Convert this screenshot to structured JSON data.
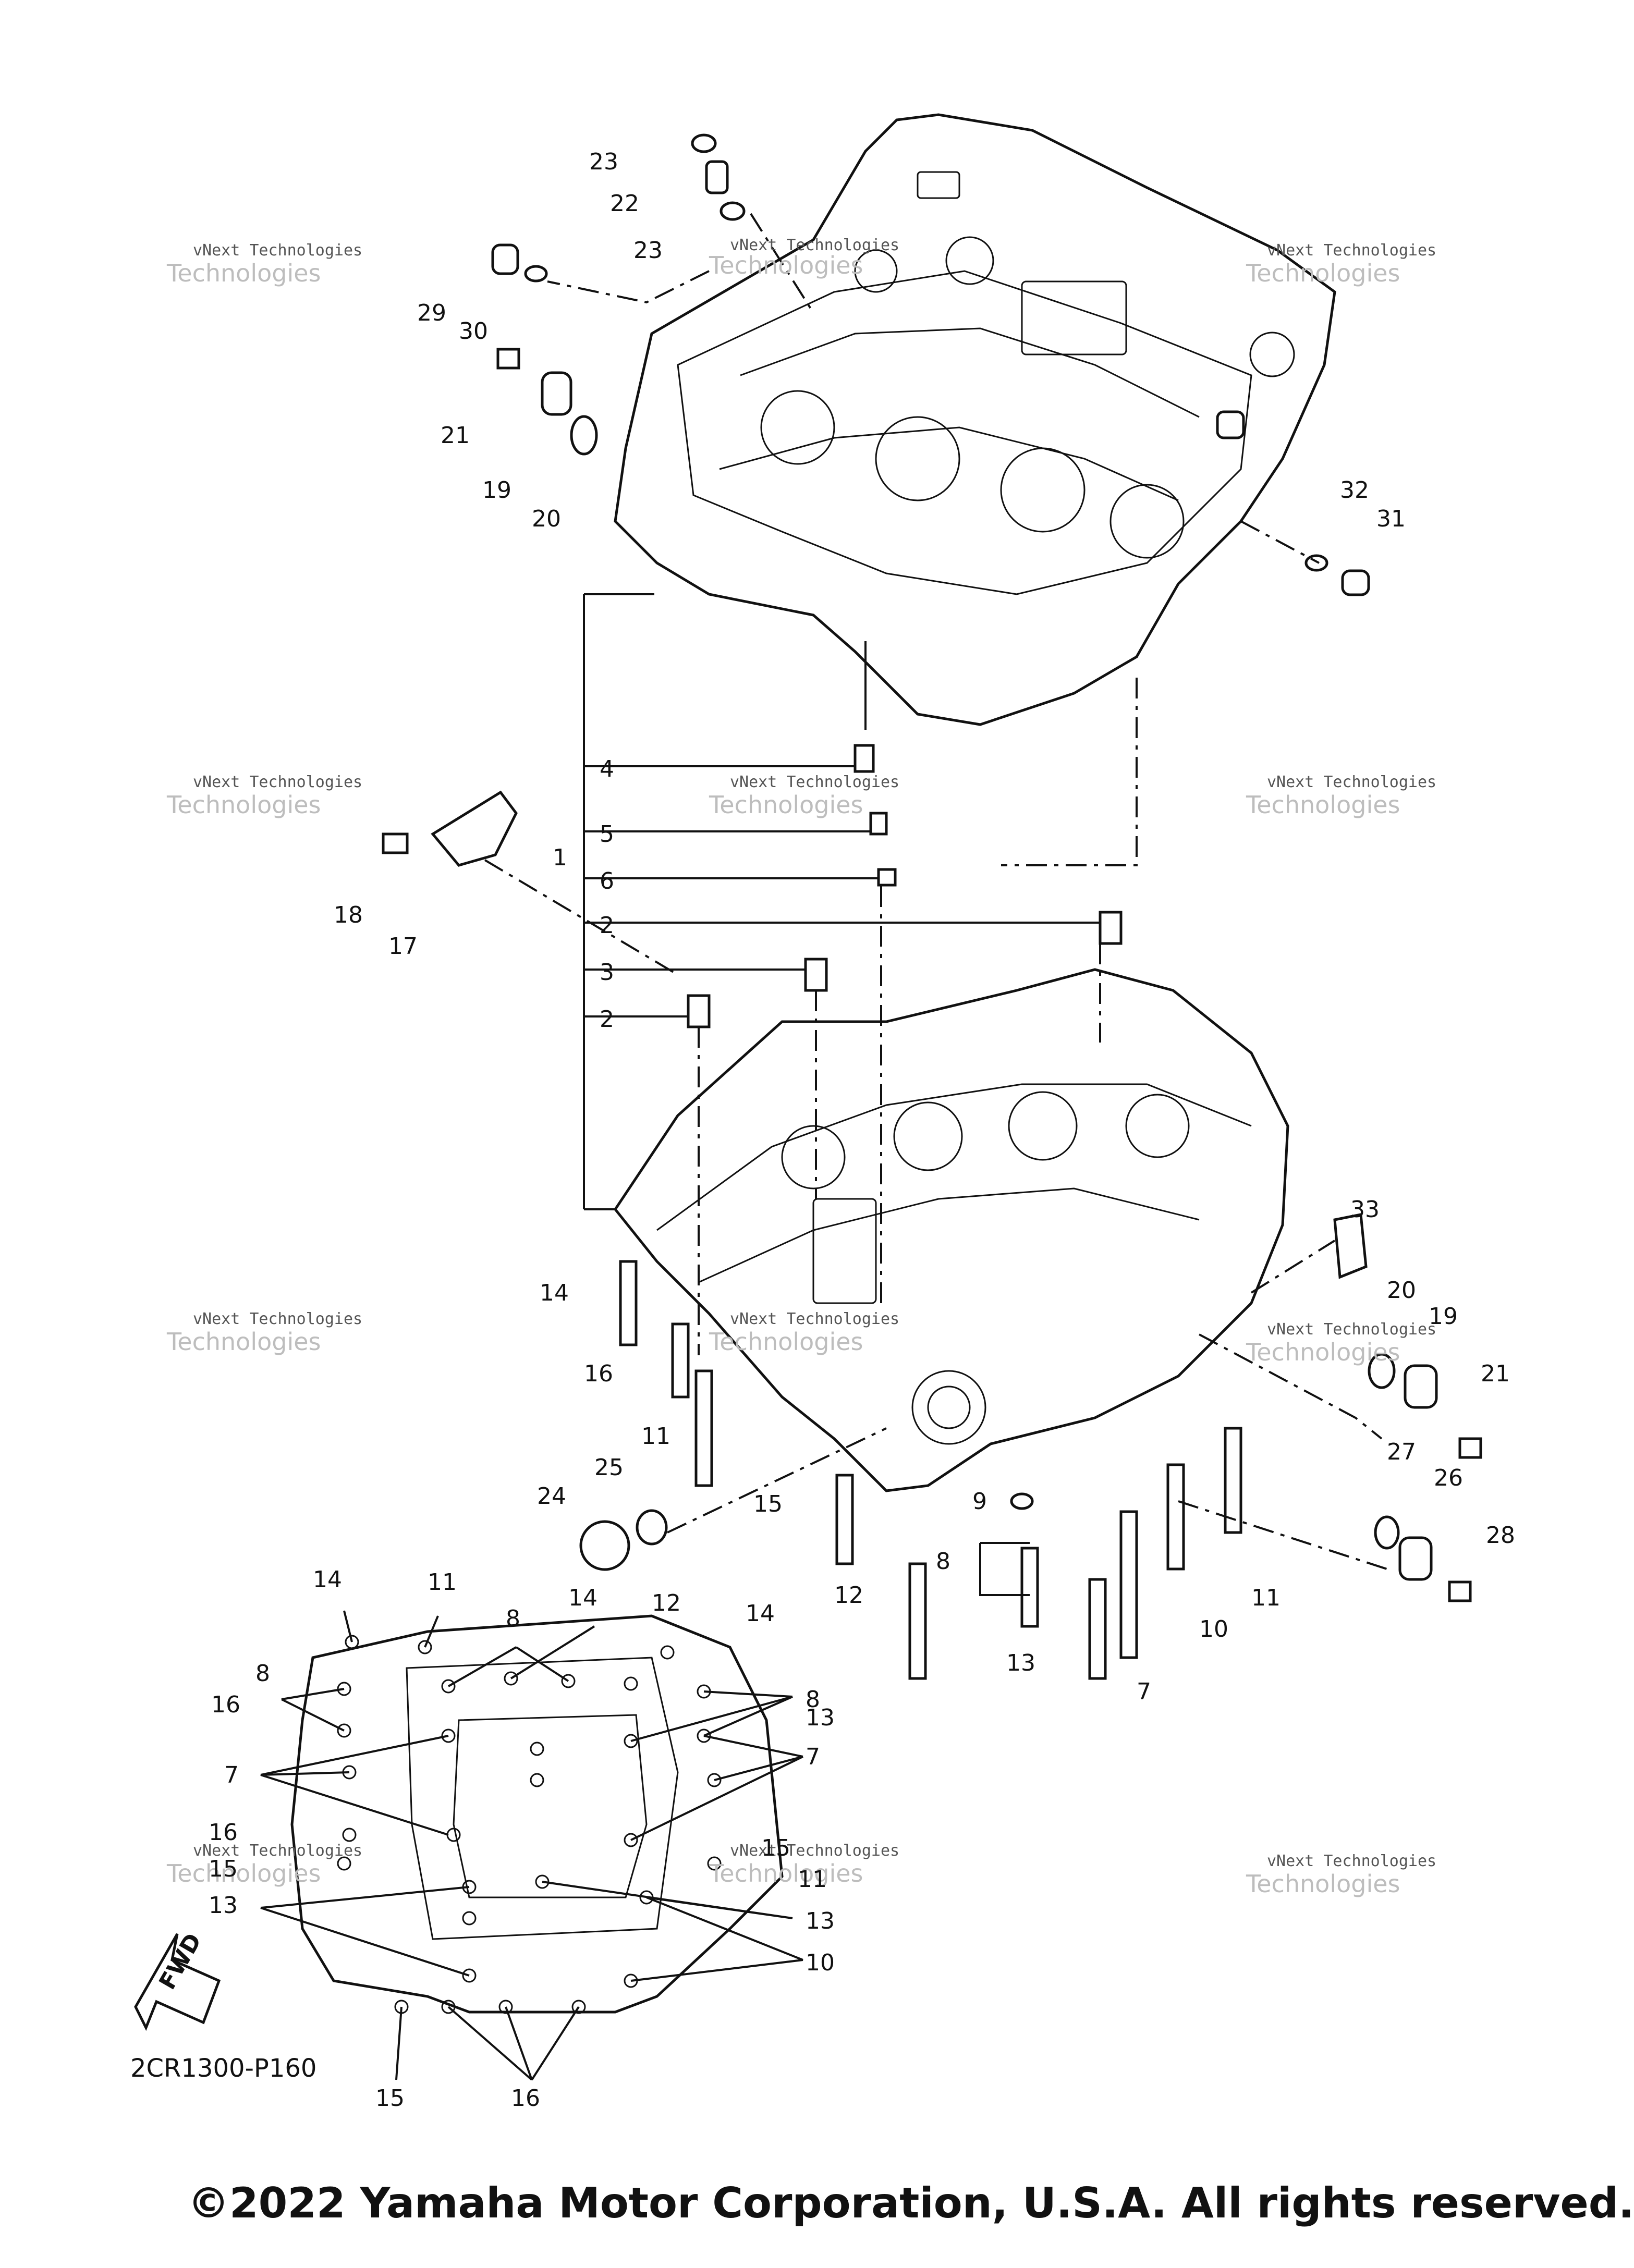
{
  "callouts": {
    "c1": "1",
    "c2a": "2",
    "c2b": "2",
    "c3": "3",
    "c4": "4",
    "c5": "5",
    "c6": "6",
    "c7a": "7",
    "c7b": "7",
    "c7c": "7",
    "c8a": "8",
    "c8b": "8",
    "c8c": "8",
    "c8d": "8",
    "c9": "9",
    "c10a": "10",
    "c10b": "10",
    "c11a": "11",
    "c11b": "11",
    "c11c": "11",
    "c11d": "11",
    "c12a": "12",
    "c12b": "12",
    "c13a": "13",
    "c13b": "13",
    "c13c": "13",
    "c13d": "13",
    "c14a": "14",
    "c14b": "14",
    "c14c": "14",
    "c14d": "14",
    "c15a": "15",
    "c15b": "15",
    "c15c": "15",
    "c15d": "15",
    "c16a": "16",
    "c16b": "16",
    "c16c": "16",
    "c16d": "16",
    "c17": "17",
    "c18": "18",
    "c19a": "19",
    "c19b": "19",
    "c20a": "20",
    "c20b": "20",
    "c21a": "21",
    "c21b": "21",
    "c22": "22",
    "c23a": "23",
    "c23b": "23",
    "c24": "24",
    "c25": "25",
    "c26": "26",
    "c27": "27",
    "c28": "28",
    "c29": "29",
    "c30": "30",
    "c31": "31",
    "c32": "32",
    "c33": "33"
  },
  "watermark_line1": "vNext Technologies",
  "watermark_line2": "Technologies",
  "watermark_line3": "vNext",
  "fwd_label": "FWD",
  "diagram_code": "2CR1300-P160",
  "copyright": "©2022 Yamaha Motor Corporation, U.S.A. All rights reserved."
}
